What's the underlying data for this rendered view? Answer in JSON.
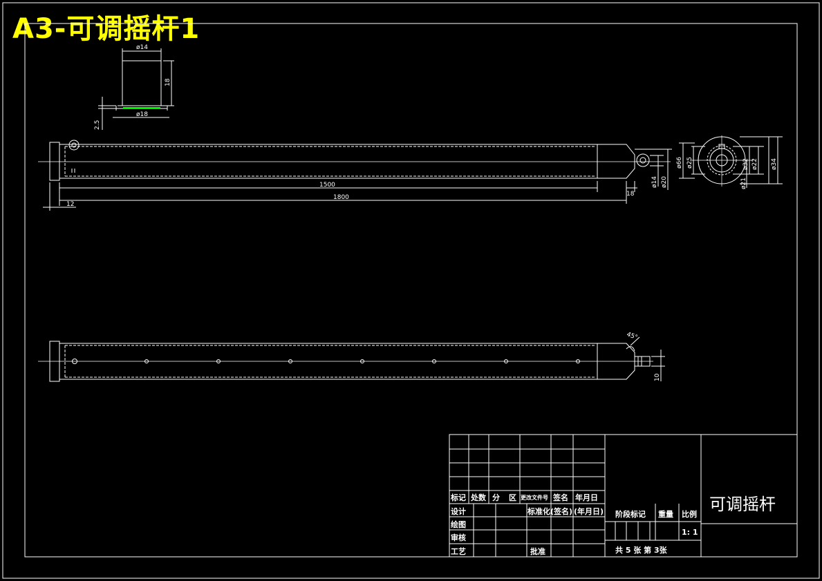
{
  "sheet": {
    "title": "A3-可调摇杆1"
  },
  "colors": {
    "background": "#000000",
    "lines": "#ffffff",
    "title": "#ffff00",
    "accent": "#00ff00"
  },
  "views": {
    "detail": {
      "d_top": "ø14",
      "d_bottom": "ø18",
      "height": "18",
      "step": "2.5"
    },
    "front": {
      "len_1500": "1500",
      "len_1800": "1800",
      "left_offset": "12",
      "right_tip": "18",
      "d_pin": "ø14",
      "d_neck": "ø20"
    },
    "end_view": {
      "d66": "ø66",
      "d25": "ø25",
      "d32": "ø32",
      "d22": "ø22",
      "d34": "ø34",
      "d21": "ø21"
    },
    "bottom": {
      "angle": "45°",
      "width": "10"
    }
  },
  "title_block": {
    "row_labels": [
      "标记",
      "处数",
      "分",
      "区",
      "更改文件号",
      "签名",
      "年月日"
    ],
    "design": "设计",
    "standard": "标准化(签名)",
    "date_hdr": "(年月日)",
    "drawn": "绘图",
    "check": "审核",
    "process": "工艺",
    "approve": "批准",
    "stage_mark": "阶段标记",
    "weight": "重量",
    "scale": "比例",
    "scale_value": "1: 1",
    "sheets": "共 5 张  第 3张",
    "part_name": "可调摇杆"
  }
}
